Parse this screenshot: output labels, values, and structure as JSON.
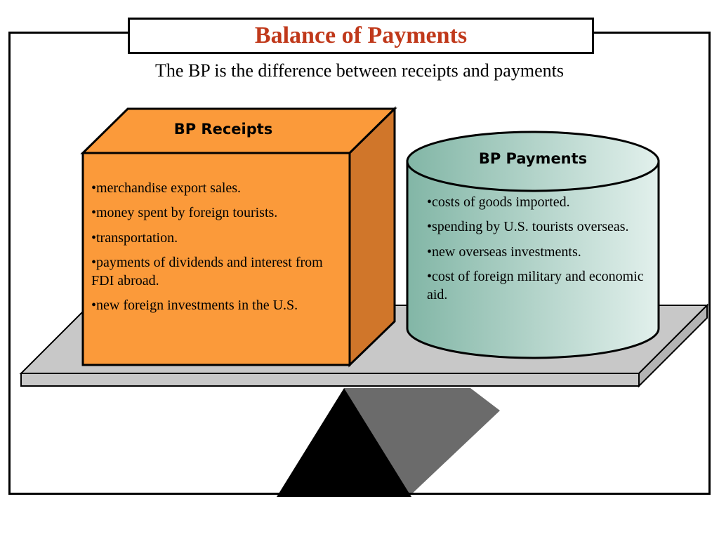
{
  "title": "Balance of Payments",
  "subtitle": "The BP is the difference between receipts and payments",
  "receipts": {
    "heading": "BP Receipts",
    "items": [
      "•merchandise export sales.",
      "•money spent by foreign tourists.",
      "•transportation.",
      "•payments of dividends and interest from FDI abroad.",
      "•new foreign investments in the U.S."
    ]
  },
  "payments": {
    "heading": "BP Payments",
    "items": [
      "•costs of goods imported.",
      "•spending by U.S. tourists overseas.",
      "•new overseas investments.",
      "•cost of foreign military and economic aid."
    ]
  },
  "colors": {
    "title": "#c0391b",
    "box_front": "#fb9a3a",
    "box_side": "#d0762a",
    "cylinder_dark": "#82b6a6",
    "cylinder_light": "#e2f0ec",
    "plank": "#c8c8c8",
    "fulcrum_dark": "#000000",
    "fulcrum_light": "#6b6b6b"
  },
  "icons": {
    "scale": "balance-scale-icon",
    "box": "cube-shape",
    "cylinder": "cylinder-shape"
  }
}
